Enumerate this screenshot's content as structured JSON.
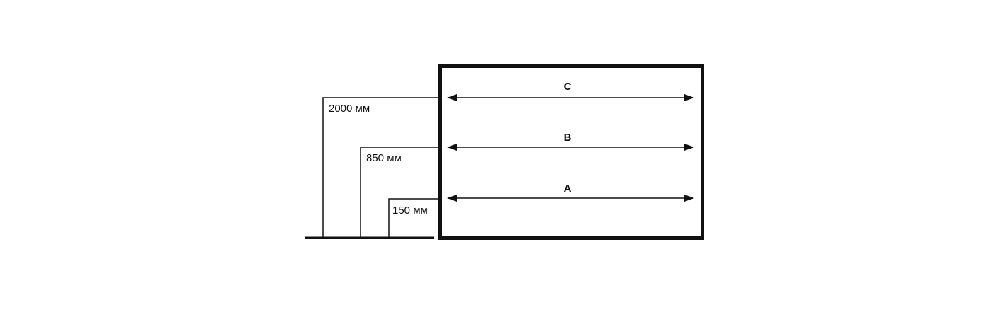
{
  "heights": [
    {
      "id": "h2000",
      "label": "2000 мм"
    },
    {
      "id": "h850",
      "label": "850 мм"
    },
    {
      "id": "h150",
      "label": "150 мм"
    }
  ],
  "lines": [
    {
      "id": "c",
      "label": "C"
    },
    {
      "id": "b",
      "label": "B"
    },
    {
      "id": "a",
      "label": "A"
    }
  ],
  "colors": {
    "stroke": "#111111",
    "background": "#ffffff"
  }
}
